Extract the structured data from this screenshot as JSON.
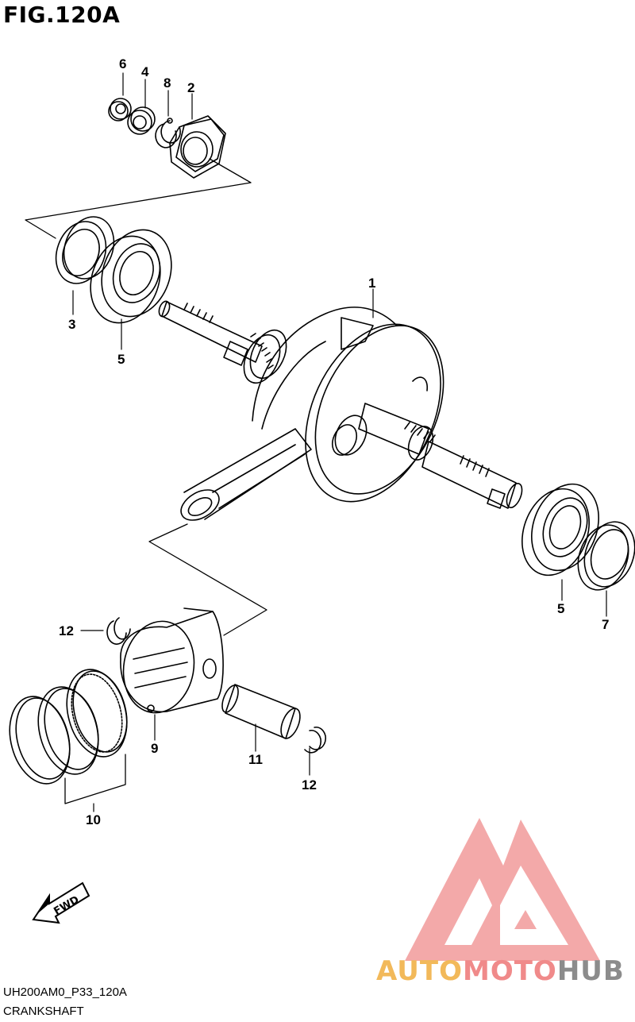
{
  "figure_title": "FIG.120A",
  "code": "UH200AM0_P33_120A",
  "caption": "CRANKSHAFT",
  "fwd_label": "FWD",
  "callouts": {
    "c1": "1",
    "c2": "2",
    "c3": "3",
    "c4": "4",
    "c5a": "5",
    "c5b": "5",
    "c6": "6",
    "c7": "7",
    "c8": "8",
    "c9": "9",
    "c10": "10",
    "c11": "11",
    "c12a": "12",
    "c12b": "12"
  },
  "watermark": {
    "part1": "AUTO",
    "part2": "MOTO",
    "part3": "HUB",
    "color1": "#f2b95a",
    "color2": "#f08a8a",
    "color3": "#8c8c8c"
  }
}
